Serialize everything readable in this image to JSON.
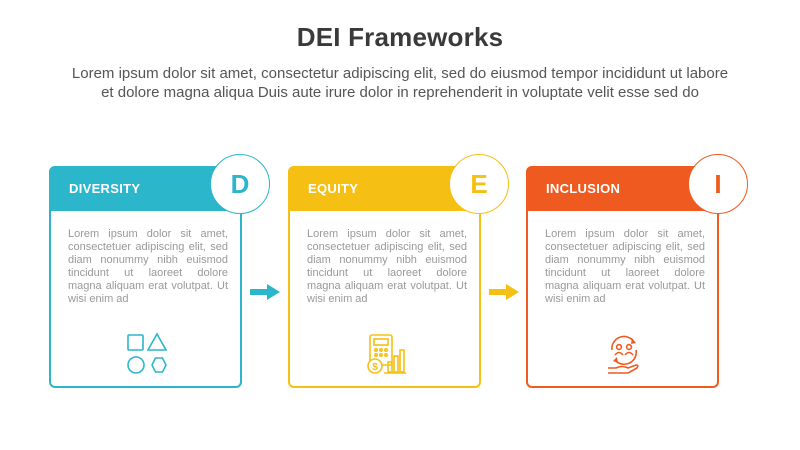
{
  "header": {
    "title": "DEI Frameworks",
    "subtitle_line1": "Lorem ipsum dolor sit amet, consectetur adipiscing elit, sed do eiusmod tempor incididunt ut labore",
    "subtitle_line2": "et dolore magna aliqua Duis aute irure dolor in reprehenderit in voluptate velit esse sed do"
  },
  "cards": [
    {
      "label": "DIVERSITY",
      "letter": "D",
      "color": "#2bb6cc",
      "icon": "shapes-icon",
      "text": "Lorem ipsum dolor sit amet, consectetuer adipiscing elit, sed diam nonummy nibh euismod tincidunt ut laoreet dolore magna aliquam erat volutpat. Ut wisi enim ad"
    },
    {
      "label": "EQUITY",
      "letter": "E",
      "color": "#f5c013",
      "icon": "calculator-coin-chart-icon",
      "text": "Lorem ipsum dolor sit amet, consectetuer adipiscing elit, sed diam nonummy nibh euismod tincidunt ut laoreet dolore magna aliquam erat volutpat. Ut wisi enim ad"
    },
    {
      "label": "INCLUSION",
      "letter": "I",
      "color": "#ee5a1f",
      "icon": "people-circle-hand-icon",
      "text": "Lorem ipsum dolor sit amet, consectetuer adipiscing elit, sed diam nonummy nibh euismod tincidunt ut laoreet dolore magna aliquam erat volutpat. Ut wisi enim ad"
    }
  ],
  "arrows": [
    {
      "icon": "arrow-right-icon",
      "color": "#2bb6cc"
    },
    {
      "icon": "arrow-right-icon",
      "color": "#f5c013"
    }
  ]
}
